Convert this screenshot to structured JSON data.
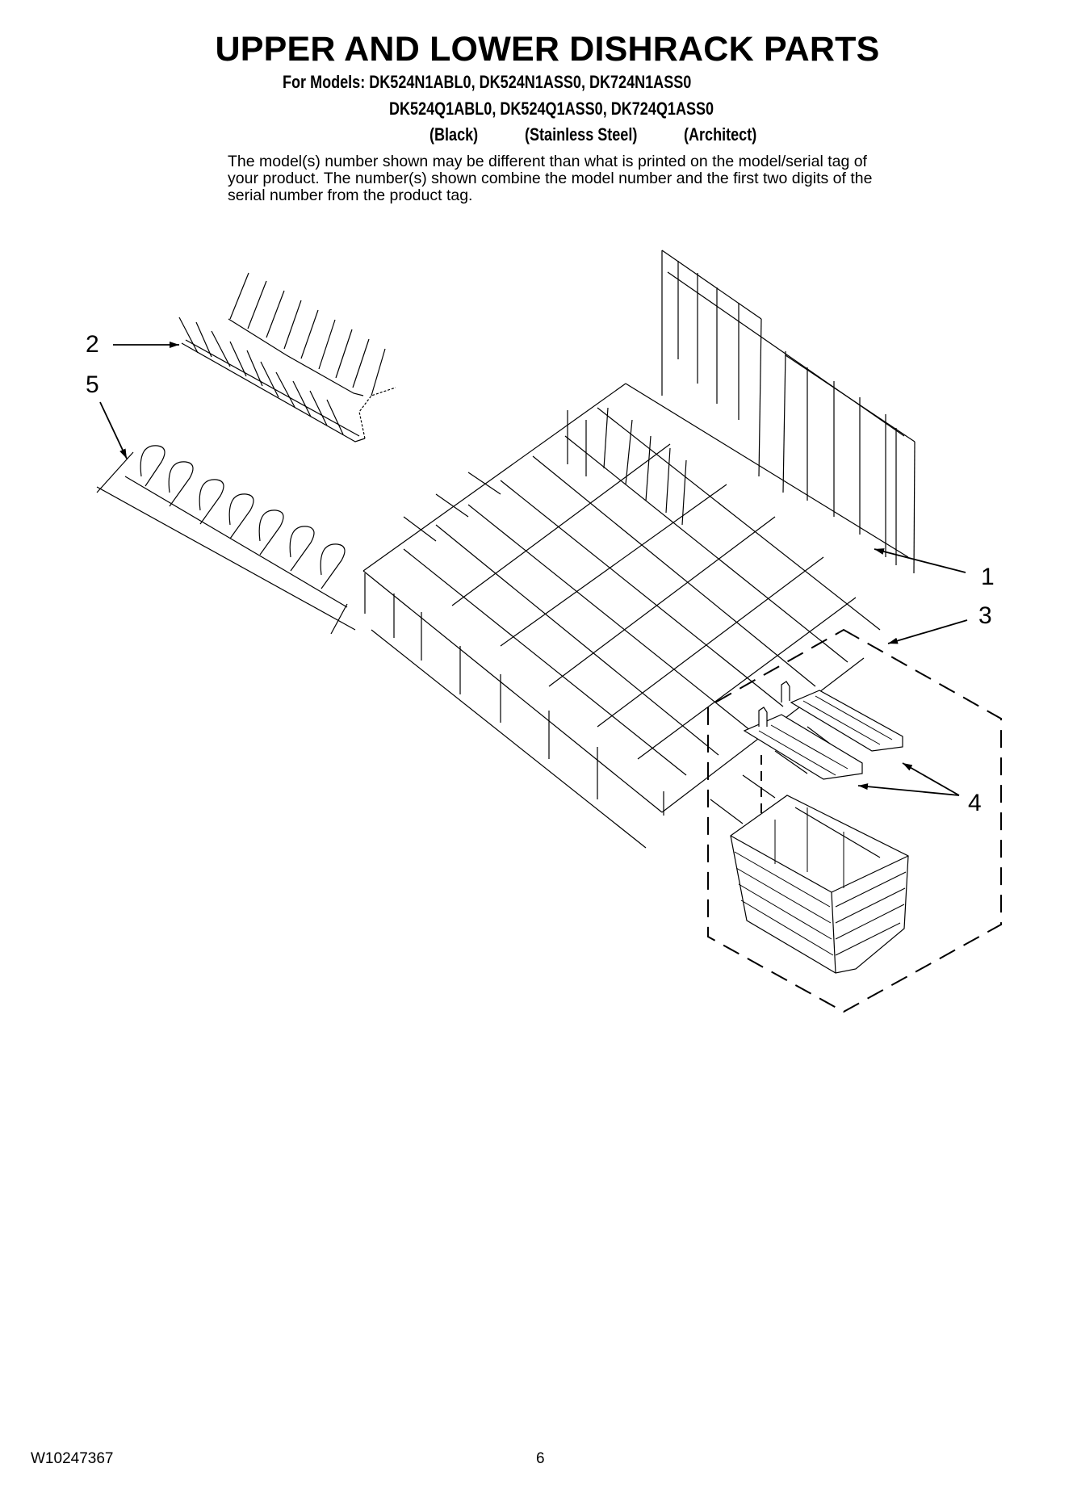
{
  "header": {
    "title": "UPPER AND LOWER DISHRACK PARTS",
    "models_label": "For Models:",
    "models_line_1": "DK524N1ABL0, DK524N1ASS0, DK724N1ASS0",
    "models_line_2": "DK524Q1ABL0, DK524Q1ASS0, DK724Q1ASS0",
    "variants": [
      "(Black)",
      "(Stainless Steel)",
      "(Architect)"
    ],
    "disclaimer": "The model(s) number shown may be different than what is printed on the model/serial tag of your product. The number(s) shown combine the model number and the first two digits of the serial number from the product tag."
  },
  "callouts": [
    {
      "number": "1",
      "part": "upper-dishrack"
    },
    {
      "number": "2",
      "part": "fold-down-tine-row"
    },
    {
      "number": "3",
      "part": "silverware-basket-assembly"
    },
    {
      "number": "4",
      "part": "basket-lid"
    },
    {
      "number": "5",
      "part": "cup-shelf-tine"
    }
  ],
  "footer": {
    "document_number": "W10247367",
    "page_number": "6"
  }
}
